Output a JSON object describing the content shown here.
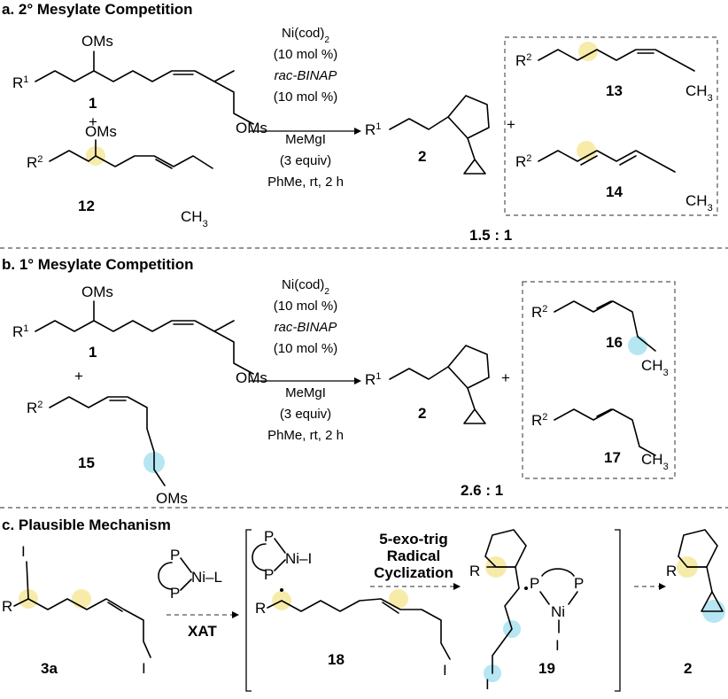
{
  "sections": {
    "a": {
      "title": "a. 2° Mesylate Competition",
      "ratio": "1.5 : 1"
    },
    "b": {
      "title": "b. 1° Mesylate Competition",
      "ratio": "2.6 : 1"
    },
    "c": {
      "title": "c. Plausible Mechanism"
    }
  },
  "conditions": [
    "Ni(cod)",
    "(10 mol %)",
    "rac-BINAP",
    "(10 mol %)",
    "MeMgI",
    "(3 equiv)",
    "PhMe, rt, 2 h"
  ],
  "compounds": {
    "c1": "1",
    "c2": "2",
    "c12": "12",
    "c13": "13",
    "c14": "14",
    "c15": "15",
    "c16": "16",
    "c17": "17",
    "c3a": "3a",
    "c18": "18",
    "c19": "19"
  },
  "groups": {
    "OMs": "OMs",
    "CH3": "CH3",
    "R1": "R",
    "R2": "R",
    "R": "R",
    "I": "I",
    "P": "P",
    "Ni": "Ni",
    "NiL": "Ni–L",
    "NiI": "Ni–I",
    "plus": "+"
  },
  "mechanism": {
    "xat": "XAT",
    "step1": "5-exo-trig",
    "step2": "Radical",
    "step3": "Cyclization"
  },
  "colors": {
    "highlight_yellow": "#f6e79a",
    "highlight_blue": "#a8e2f0"
  }
}
